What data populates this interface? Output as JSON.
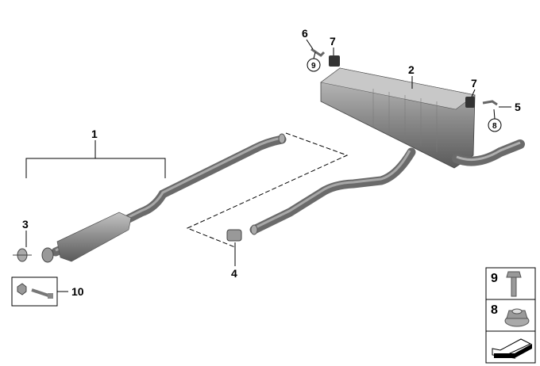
{
  "callouts": {
    "c1": "1",
    "c2": "2",
    "c3": "3",
    "c4": "4",
    "c5": "5",
    "c6": "6",
    "c7a": "7",
    "c7b": "7",
    "c8": "8",
    "c9": "9",
    "c10": "10"
  },
  "legend": {
    "items": [
      {
        "number": "9",
        "part": "bolt-icon"
      },
      {
        "number": "8",
        "part": "nut-icon"
      }
    ],
    "arrow": "direction-arrow-icon"
  },
  "colors": {
    "part_fill": "#8a8a8a",
    "part_dark": "#5e5e5e",
    "part_light": "#b8b8b8"
  }
}
